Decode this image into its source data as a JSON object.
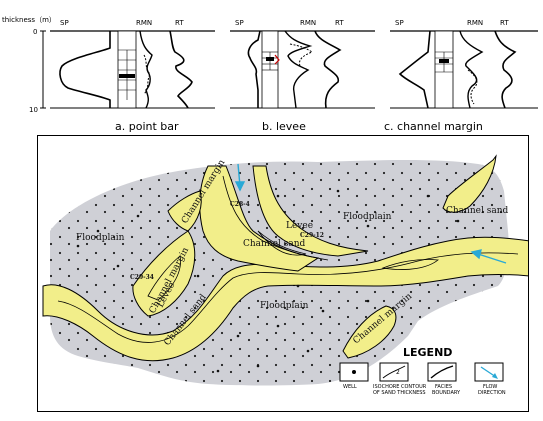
{
  "logs": {
    "axis_label": "thickness（m）",
    "tick_top": "0",
    "tick_bottom": "10",
    "panels": [
      {
        "caption": "a. point bar",
        "sp": "SP",
        "rmn": "RMN",
        "rt": "RT"
      },
      {
        "caption": "b. levee",
        "sp": "SP",
        "rmn": "RMN",
        "rt": "RT"
      },
      {
        "caption": "c. channel margin",
        "sp": "SP",
        "rmn": "RMN",
        "rt": "RT"
      }
    ]
  },
  "map": {
    "labels": {
      "floodplain_w": "Floodplain",
      "floodplain_ne": "Floodplain",
      "floodplain_s": "Floodplain",
      "channel_sand_c": "Channel sand",
      "channel_sand_ne": "Channel sand",
      "channel_sand_sw": "Channel sand",
      "levee_n": "Levee",
      "levee_w": "Levee",
      "channel_margin_n": "Channel margin",
      "channel_margin_w": "Channel margin",
      "channel_margin_s": "Channel margin",
      "well_c28": "C28-4",
      "well_c29_12": "C29-12",
      "well_c29_34": "C29-34"
    },
    "colors": {
      "floodplain": "#cfd0d6",
      "sand": "#f2ee8a",
      "flow_arrow": "#29a9d6"
    }
  },
  "legend": {
    "title": "LEGEND",
    "items": [
      {
        "line1": "WELL",
        "line2": ""
      },
      {
        "line1": "ISOCHORE CONTOUR",
        "line2": "OF SAND THICKNESS"
      },
      {
        "line1": "FACIES",
        "line2": "BOUNDARY"
      },
      {
        "line1": "FLOW",
        "line2": "DIRECTION"
      }
    ]
  }
}
